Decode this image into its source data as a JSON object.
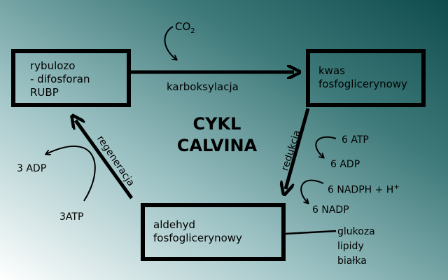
{
  "nodes": {
    "rubp": {
      "line1": "rybulozo",
      "line2": "- difosforan",
      "line3": "RUBP"
    },
    "pga": {
      "line1": "kwas",
      "line2": "fosfoglicerynowy"
    },
    "aldehyd": {
      "line1": "aldehyd",
      "line2": "fosfoglicerynowy"
    }
  },
  "center_title": {
    "line1": "CYKL",
    "line2": "CALVINA"
  },
  "edges": {
    "carboxylation": "karboksylacja",
    "reduction": "redukcja",
    "regeneration": "regeneracja"
  },
  "inputs": {
    "co2_base": "CO",
    "co2_sub": "2",
    "atp6": "6 ATP",
    "adp6": "6 ADP",
    "nadph_base": "6 NADPH + H",
    "nadph_sup": "+",
    "nadp6": "6 NADP",
    "atp3": "3ATP",
    "adp3": "3 ADP"
  },
  "products": {
    "p1": "glukoza",
    "p2": "lipidy",
    "p3": "białka"
  }
}
